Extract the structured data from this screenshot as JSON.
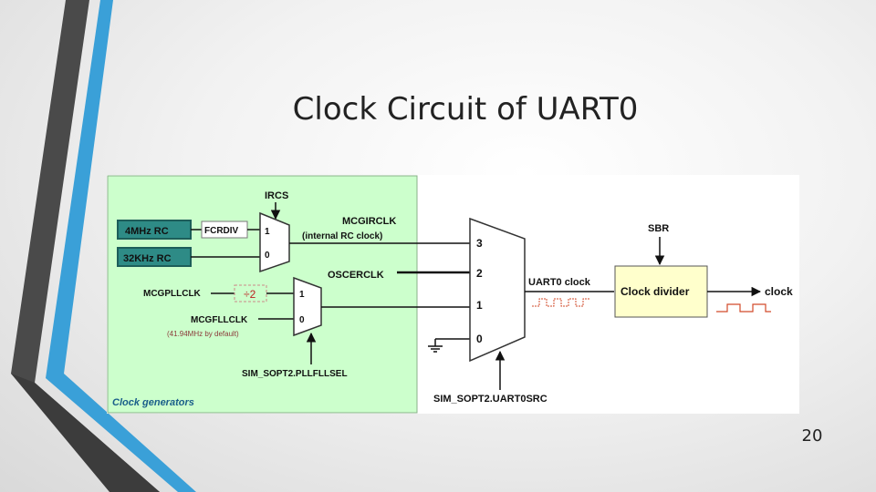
{
  "slide": {
    "title": "Clock Circuit of UART0",
    "page_number": "20"
  },
  "diagram": {
    "clock_generators": {
      "label": "Clock generators",
      "irc4m": "4MHz RC",
      "fcrdiv": "FCRDIV",
      "irc32k": "32KHz RC",
      "ircs": "IRCS",
      "mux_in1": "1",
      "mux_in0": "0",
      "mcgpllclk": "MCGPLLCLK",
      "div2": "÷2",
      "mcgfllclk": "MCGFLLCLK",
      "default_freq": "(41.94MHz by default)",
      "pll_mux_in1": "1",
      "pll_mux_in0": "0",
      "pllfllsel": "SIM_SOPT2.PLLFLLSEL"
    },
    "mcgirclk": "MCGIRCLK",
    "internal_rc": "(internal RC clock)",
    "oscerclk": "OSCERCLK",
    "mux_inputs": [
      "3",
      "2",
      "1",
      "0"
    ],
    "uart0src": "SIM_SOPT2.UART0SRC",
    "uart0_clock": "UART0 clock",
    "sbr": "SBR",
    "clock_divider": "Clock divider",
    "clock_out": "clock"
  }
}
